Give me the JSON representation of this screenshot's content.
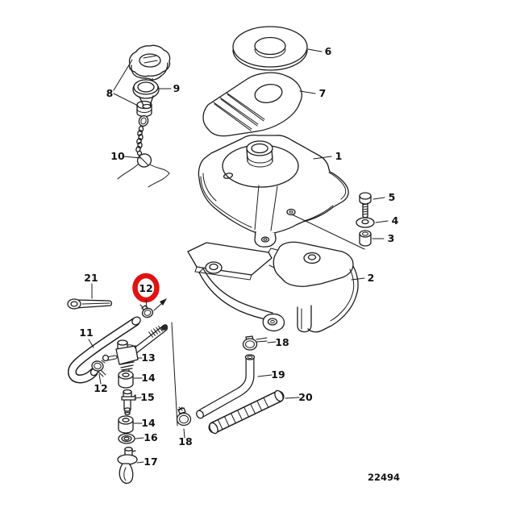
{
  "diagram": {
    "type": "exploded-parts-diagram",
    "subject": "fuel-tank-assembly",
    "drawing_number": "22494",
    "background_color": "#ffffff",
    "line_color": "#1b1b1b",
    "highlight": {
      "part": "12",
      "color": "#e01212",
      "shape": "ellipse-ring"
    },
    "labels": [
      {
        "text": "8",
        "highlighted": false
      },
      {
        "text": "9",
        "highlighted": false
      },
      {
        "text": "10",
        "highlighted": false
      },
      {
        "text": "6",
        "highlighted": false
      },
      {
        "text": "7",
        "highlighted": false
      },
      {
        "text": "1",
        "highlighted": false
      },
      {
        "text": "5",
        "highlighted": false
      },
      {
        "text": "4",
        "highlighted": false
      },
      {
        "text": "3",
        "highlighted": false
      },
      {
        "text": "2",
        "highlighted": false
      },
      {
        "text": "21",
        "highlighted": false
      },
      {
        "text": "12",
        "highlighted": true
      },
      {
        "text": "11",
        "highlighted": false
      },
      {
        "text": "13",
        "highlighted": false
      },
      {
        "text": "12",
        "highlighted": false
      },
      {
        "text": "14",
        "highlighted": false
      },
      {
        "text": "15",
        "highlighted": false
      },
      {
        "text": "14",
        "highlighted": false
      },
      {
        "text": "16",
        "highlighted": false
      },
      {
        "text": "17",
        "highlighted": false
      },
      {
        "text": "18",
        "highlighted": false
      },
      {
        "text": "19",
        "highlighted": false
      },
      {
        "text": "20",
        "highlighted": false
      },
      {
        "text": "18",
        "highlighted": false
      }
    ]
  }
}
